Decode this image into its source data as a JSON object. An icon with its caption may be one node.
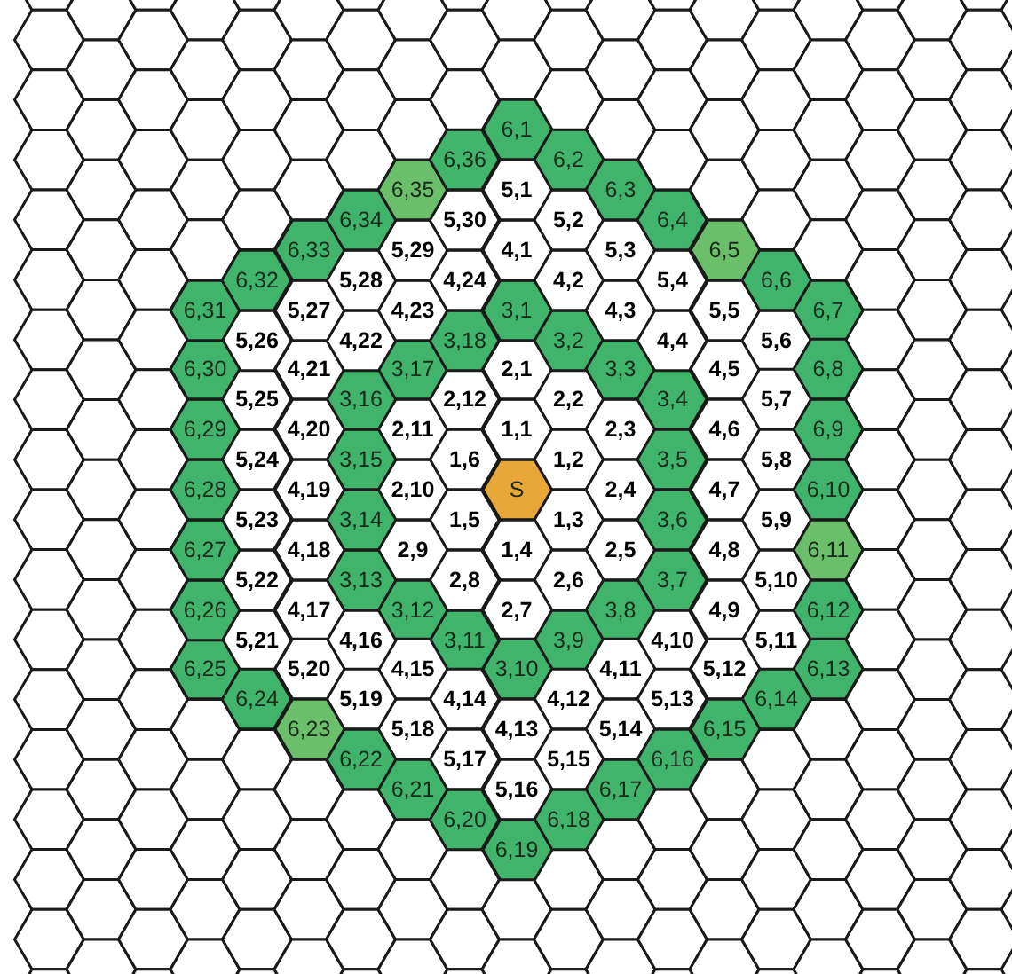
{
  "diagram": {
    "nodes": [
      {
        "text": [
          "S"
        ]
      },
      {
        "text": [
          "1,1"
        ]
      },
      {
        "text": [
          "1,2"
        ]
      },
      {
        "text": [
          "1,3"
        ]
      },
      {
        "text": [
          "1,4"
        ]
      },
      {
        "text": [
          "1,5"
        ]
      },
      {
        "text": [
          "1,6"
        ]
      },
      {
        "text": [
          "2,1"
        ]
      },
      {
        "text": [
          "2,2"
        ]
      },
      {
        "text": [
          "2,3"
        ]
      },
      {
        "text": [
          "2,4"
        ]
      },
      {
        "text": [
          "2,5"
        ]
      },
      {
        "text": [
          "2,6"
        ]
      },
      {
        "text": [
          "2,7"
        ]
      },
      {
        "text": [
          "2,8"
        ]
      },
      {
        "text": [
          "2,9"
        ]
      },
      {
        "text": [
          "2,10"
        ]
      },
      {
        "text": [
          "2,11"
        ]
      },
      {
        "text": [
          "2,12"
        ]
      },
      {
        "text": [
          "3,1"
        ]
      },
      {
        "text": [
          "3,2"
        ]
      },
      {
        "text": [
          "3,3"
        ]
      },
      {
        "text": [
          "3,4"
        ]
      },
      {
        "text": [
          "3,5"
        ]
      },
      {
        "text": [
          "3,6"
        ]
      },
      {
        "text": [
          "3,7"
        ]
      },
      {
        "text": [
          "3,8"
        ]
      },
      {
        "text": [
          "3,9"
        ]
      },
      {
        "text": [
          "3,10"
        ]
      },
      {
        "text": [
          "3,11"
        ]
      },
      {
        "text": [
          "3,12"
        ]
      },
      {
        "text": [
          "3,13"
        ]
      },
      {
        "text": [
          "3,14"
        ]
      },
      {
        "text": [
          "3,15"
        ]
      },
      {
        "text": [
          "3,16"
        ]
      },
      {
        "text": [
          "3,17"
        ]
      },
      {
        "text": [
          "3,18"
        ]
      },
      {
        "text": [
          "4,1"
        ]
      },
      {
        "text": [
          "4,2"
        ]
      },
      {
        "text": [
          "4,3"
        ]
      },
      {
        "text": [
          "4,4"
        ]
      },
      {
        "text": [
          "4,5"
        ]
      },
      {
        "text": [
          "4,6"
        ]
      },
      {
        "text": [
          "4,7"
        ]
      },
      {
        "text": [
          "4,8"
        ]
      },
      {
        "text": [
          "4,9"
        ]
      },
      {
        "text": [
          "4,10"
        ]
      },
      {
        "text": [
          "4,11"
        ]
      },
      {
        "text": [
          "4,12"
        ]
      },
      {
        "text": [
          "4,13"
        ]
      },
      {
        "text": [
          "4,14"
        ]
      },
      {
        "text": [
          "4,15"
        ]
      },
      {
        "text": [
          "4,16"
        ]
      },
      {
        "text": [
          "4,17"
        ]
      },
      {
        "text": [
          "4,18"
        ]
      },
      {
        "text": [
          "4,19"
        ]
      },
      {
        "text": [
          "4,20"
        ]
      },
      {
        "text": [
          "4,21"
        ]
      },
      {
        "text": [
          "4,22"
        ]
      },
      {
        "text": [
          "4,23"
        ]
      },
      {
        "text": [
          "4,24"
        ]
      },
      {
        "text": [
          "5,1"
        ]
      },
      {
        "text": [
          "5,2"
        ]
      },
      {
        "text": [
          "5,3"
        ]
      },
      {
        "text": [
          "5,4"
        ]
      },
      {
        "text": [
          "5,5"
        ]
      },
      {
        "text": [
          "5,6"
        ]
      },
      {
        "text": [
          "5,7"
        ]
      },
      {
        "text": [
          "5,8"
        ]
      },
      {
        "text": [
          "5,9"
        ]
      },
      {
        "text": [
          "5,10"
        ]
      },
      {
        "text": [
          "5,11"
        ]
      },
      {
        "text": [
          "5,12"
        ]
      },
      {
        "text": [
          "5,13"
        ]
      },
      {
        "text": [
          "5,14"
        ]
      },
      {
        "text": [
          "5,15"
        ]
      },
      {
        "text": [
          "5,16"
        ]
      },
      {
        "text": [
          "5,17"
        ]
      },
      {
        "text": [
          "5,18"
        ]
      },
      {
        "text": [
          "5,19"
        ]
      },
      {
        "text": [
          "5,20"
        ]
      },
      {
        "text": [
          "5,21"
        ]
      },
      {
        "text": [
          "5,22"
        ]
      },
      {
        "text": [
          "5,23"
        ]
      },
      {
        "text": [
          "5,24"
        ]
      },
      {
        "text": [
          "5,25"
        ]
      },
      {
        "text": [
          "5,26"
        ]
      },
      {
        "text": [
          "5,27"
        ]
      },
      {
        "text": [
          "5,28"
        ]
      },
      {
        "text": [
          "5,29"
        ]
      },
      {
        "text": [
          "5,30"
        ]
      },
      {
        "text": [
          "6,1"
        ]
      },
      {
        "text": [
          "6,2"
        ]
      },
      {
        "text": [
          "6,3"
        ]
      },
      {
        "text": [
          "6,4"
        ]
      },
      {
        "text": [
          "6,5"
        ]
      },
      {
        "text": [
          "6,6"
        ]
      },
      {
        "text": [
          "6,7"
        ]
      },
      {
        "text": [
          "6,8"
        ]
      },
      {
        "text": [
          "6,9"
        ]
      },
      {
        "text": [
          "6,10"
        ]
      },
      {
        "text": [
          "6,11"
        ]
      },
      {
        "text": [
          "6,12"
        ]
      },
      {
        "text": [
          "6,13"
        ]
      },
      {
        "text": [
          "6,14"
        ]
      },
      {
        "text": [
          "6,15"
        ]
      },
      {
        "text": [
          "6,16"
        ]
      },
      {
        "text": [
          "6,17"
        ]
      },
      {
        "text": [
          "6,18"
        ]
      },
      {
        "text": [
          "6,19"
        ]
      },
      {
        "text": [
          "6,20"
        ]
      },
      {
        "text": [
          "6,21"
        ]
      },
      {
        "text": [
          "6,22"
        ]
      },
      {
        "text": [
          "6,23"
        ]
      },
      {
        "text": [
          "6,24"
        ]
      },
      {
        "text": [
          "6,25"
        ]
      },
      {
        "text": [
          "6,26"
        ]
      },
      {
        "text": [
          "6,27"
        ]
      },
      {
        "text": [
          "6,28"
        ]
      },
      {
        "text": [
          "6,29"
        ]
      },
      {
        "text": [
          "6,30"
        ]
      },
      {
        "text": [
          "6,31"
        ]
      },
      {
        "text": [
          "6,32"
        ]
      },
      {
        "text": [
          "6,33"
        ]
      },
      {
        "text": [
          "6,34"
        ]
      },
      {
        "text": [
          "6,35"
        ]
      },
      {
        "text": [
          "6,36"
        ]
      }
    ]
  }
}
